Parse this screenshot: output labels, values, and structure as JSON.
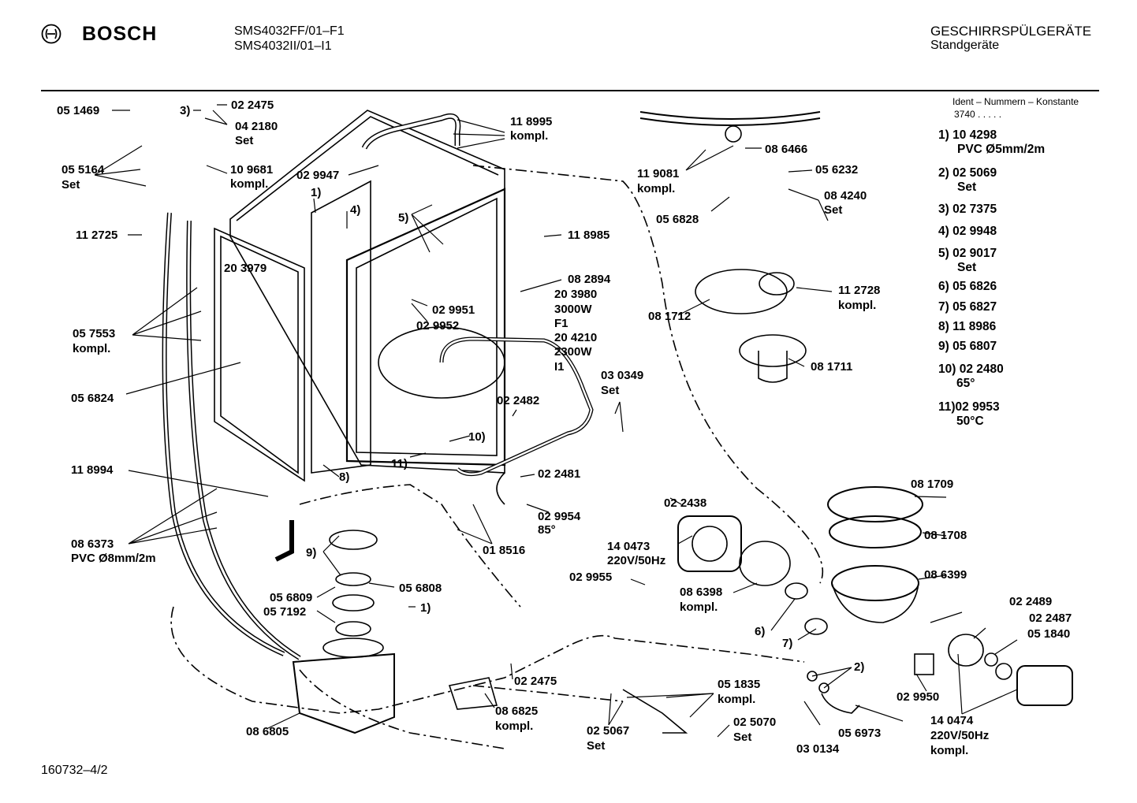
{
  "header": {
    "brand": "BOSCH",
    "models": [
      "SMS4032FF/01–F1",
      "SMS4032II/01–I1"
    ],
    "category": "GESCHIRRSPÜLGERÄTE",
    "subcategory": "Standgeräte"
  },
  "ident": {
    "title": "Ident – Nummern – Konstante",
    "value": "3740  .  .  .  .  ."
  },
  "legend": [
    {
      "line1": "1) 10 4298",
      "line2": "PVC Ø5mm/2m"
    },
    {
      "line1": "2) 02 5069",
      "line2": "Set"
    },
    {
      "line1": "3) 02 7375",
      "line2": ""
    },
    {
      "line1": "4) 02 9948",
      "line2": ""
    },
    {
      "line1": "5) 02 9017",
      "line2": "Set"
    },
    {
      "line1": "6) 05 6826",
      "line2": ""
    },
    {
      "line1": "7) 05 6827",
      "line2": ""
    },
    {
      "line1": "8) 11 8986",
      "line2": ""
    },
    {
      "line1": "9) 05 6807",
      "line2": ""
    },
    {
      "line1": "10) 02 2480",
      "line2": "65°"
    },
    {
      "line1": "11)02 9953",
      "line2": "50°C"
    }
  ],
  "labels": {
    "p051469": "05 1469",
    "p3": "3)",
    "p022475a": "02 2475",
    "p042180": "04 2180",
    "p042180set": "Set",
    "p118995": "11 8995",
    "p118995k": "kompl.",
    "p055164": "05 5164",
    "p055164set": "Set",
    "p109681": "10 9681",
    "p109681k": "kompl.",
    "p029947": "02 9947",
    "p1a": "1)",
    "p4": "4)",
    "p112725": "11 2725",
    "p5": "5)",
    "p118985": "11 8985",
    "p203979": "20 3979",
    "p082894": "08 2894",
    "p203980": "20 3980",
    "p3000w": "3000W",
    "pF1": "F1",
    "p204210": "20 4210",
    "p2300w": "2300W",
    "pI1": "I1",
    "p029951": "02 9951",
    "p029952": "02 9952",
    "p057553": "05 7553",
    "p057553k": "kompl.",
    "p056824": "05 6824",
    "p030349": "03 0349",
    "p030349set": "Set",
    "p022482": "02 2482",
    "p10": "10)",
    "p11": "11)",
    "p8": "8)",
    "p118994": "11 8994",
    "p022481": "02 2481",
    "p029954": "02 9954",
    "p85": "85°",
    "p018516": "01 8516",
    "p086373": "08 6373",
    "p086373pvc": "PVC Ø8mm/2m",
    "p9": "9)",
    "p056809": "05 6809",
    "p057192": "05 7192",
    "p056808": "05 6808",
    "p1b": "1)",
    "p022438": "02 2438",
    "p140473": "14 0473",
    "p220a": "220V/50Hz",
    "p029955": "02 9955",
    "p086398": "08 6398",
    "p086398k": "kompl.",
    "p6": "6)",
    "p7": "7)",
    "p081709": "08 1709",
    "p081708": "08 1708",
    "p086399": "08 6399",
    "p022489": "02 2489",
    "p022487": "02 2487",
    "p051840": "05 1840",
    "p2": "2)",
    "p029950": "02 9950",
    "p140474": "14 0474",
    "p220b": "220V/50Hz",
    "p140474k": "kompl.",
    "p056973": "05 6973",
    "p030134": "03 0134",
    "p025070": "02 5070",
    "p025070set": "Set",
    "p025067": "02 5067",
    "p025067set": "Set",
    "p051835": "05 1835",
    "p051835k": "kompl.",
    "p022475b": "02 2475",
    "p086825": "08 6825",
    "p086825k": "kompl.",
    "p086805": "08 6805",
    "p119081": "11 9081",
    "p119081k": "kompl.",
    "p086466": "08 6466",
    "p056232": "05 6232",
    "p084240": "08 4240",
    "p084240set": "Set",
    "p056828": "05 6828",
    "p112728": "11 2728",
    "p112728k": "kompl.",
    "p081712": "08 1712",
    "p081711": "08 1711"
  },
  "footer": {
    "code": "160732–4/2"
  }
}
